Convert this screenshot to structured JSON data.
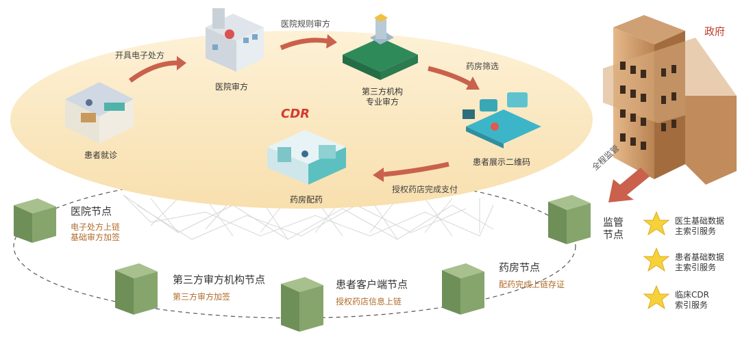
{
  "colors": {
    "ellipse_fill": "#fbe7bf",
    "arrow": "#c9614c",
    "cube": "#7d9a62",
    "gov_red": "#c0392b",
    "node_sub": "#b06b2a",
    "star": "#f6d23a"
  },
  "brand": {
    "cdr": "CDR"
  },
  "steps": {
    "patient_visit": "患者就诊",
    "hospital_review": "医院审方",
    "third_party": [
      "第三方机构",
      "专业审方"
    ],
    "show_qr": "患者展示二维码",
    "pharmacy": "药房配药"
  },
  "arrows": {
    "issue_rx": "开具电子处方",
    "hospital_rule": "医院规则审方",
    "pharmacy_filter": "药房筛选",
    "authorize_pay": "授权药店完成支付",
    "supervision": "全程监管"
  },
  "government": "政府",
  "nodes": {
    "hospital": {
      "title": "医院节点",
      "sub": [
        "电子处方上链",
        "基础审方加签"
      ]
    },
    "third_party": {
      "title": "第三方审方机构节点",
      "sub": [
        "第三方审方加签"
      ]
    },
    "patient": {
      "title": "患者客户端节点",
      "sub": [
        "授权药店信息上链"
      ]
    },
    "pharmacy": {
      "title": "药房节点",
      "sub": [
        "配药完成上链存证"
      ]
    },
    "supervision": {
      "title": [
        "监管",
        "节点"
      ]
    }
  },
  "legend": [
    {
      "icon": "star-icon",
      "lines": [
        "医生基础数据",
        "主索引服务"
      ]
    },
    {
      "icon": "star-icon",
      "lines": [
        "患者基础数据",
        "主索引服务"
      ]
    },
    {
      "icon": "star-icon",
      "lines": [
        "临床CDR",
        "索引服务"
      ]
    }
  ]
}
